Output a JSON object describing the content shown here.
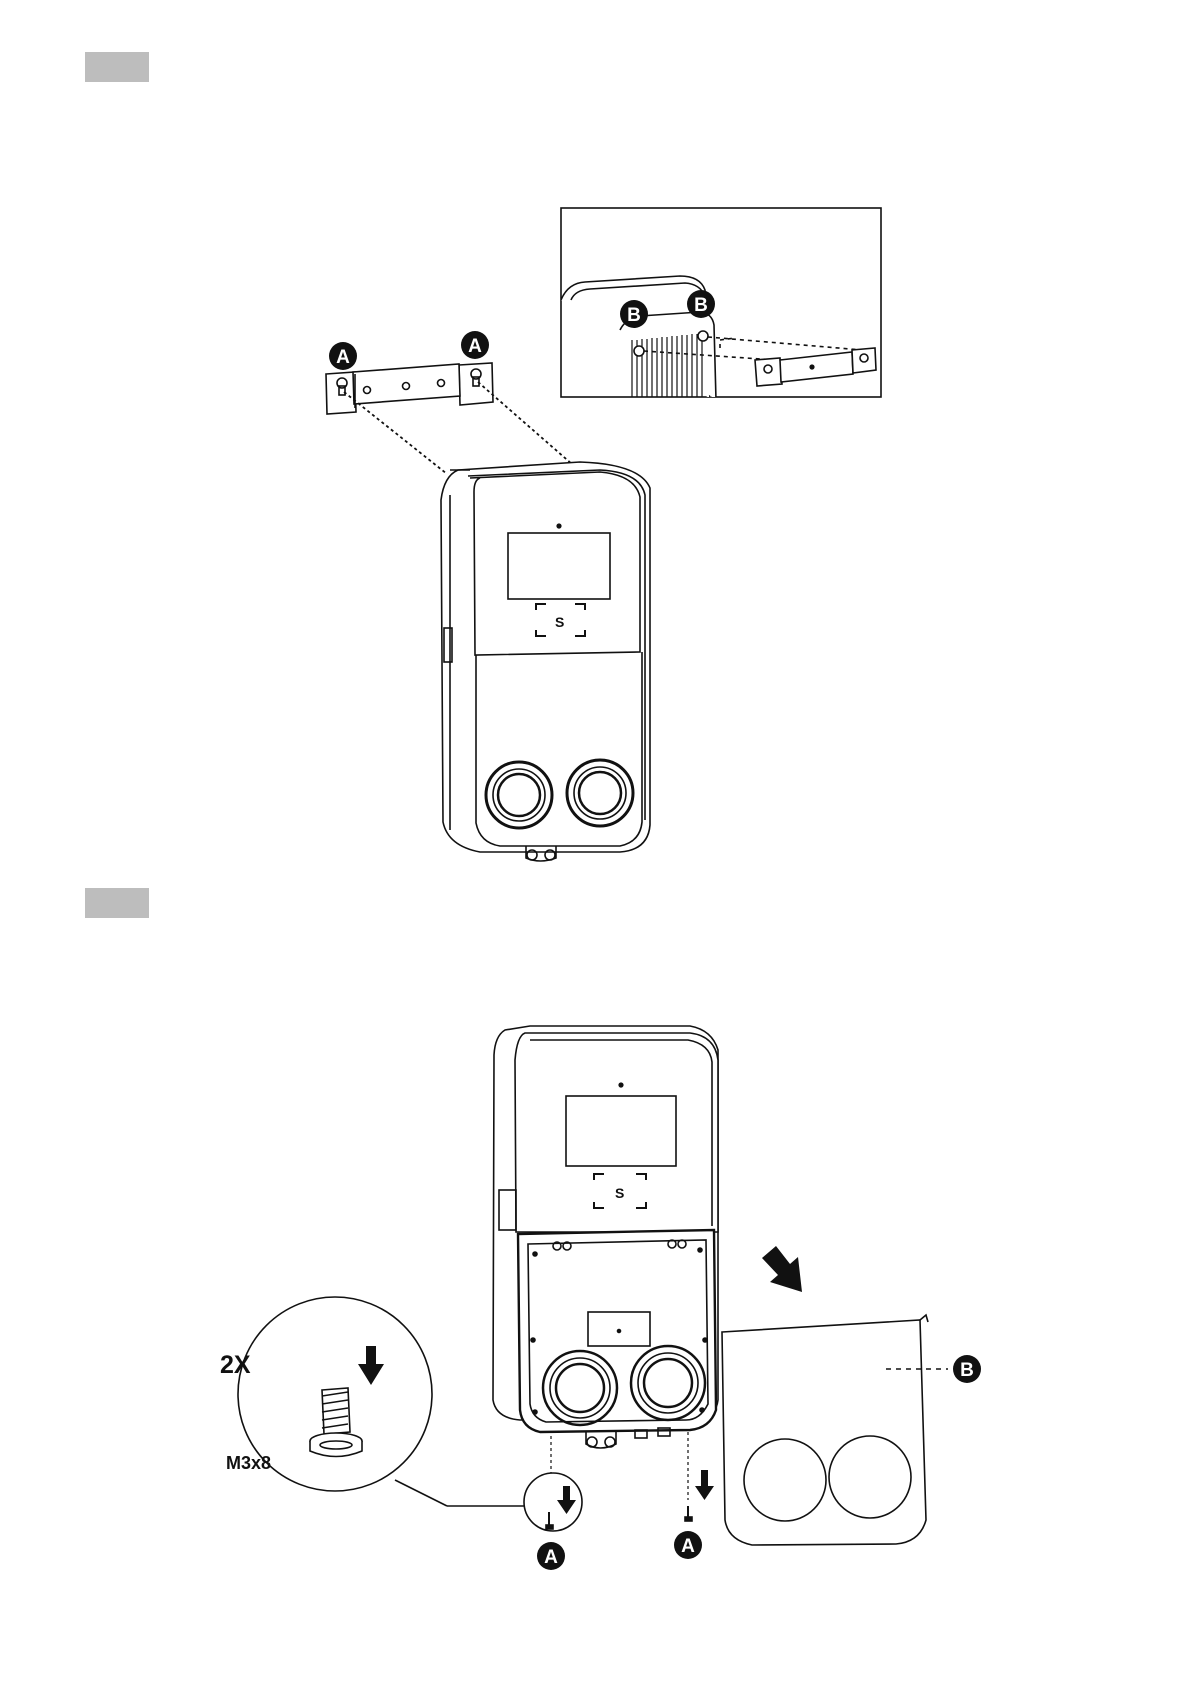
{
  "figure_1": {
    "callouts": {
      "bracket_left": "A",
      "bracket_right": "A",
      "inset_left": "B",
      "inset_right": "B"
    }
  },
  "figure_2": {
    "quantity": "2X",
    "screw_size": "M3x8",
    "callouts": {
      "cover": "B",
      "screw_left": "A",
      "screw_right": "A"
    }
  },
  "colors": {
    "step_marker": "#bdbdbd",
    "line": "#111111",
    "callout_fill": "#111111",
    "callout_text": "#ffffff"
  }
}
